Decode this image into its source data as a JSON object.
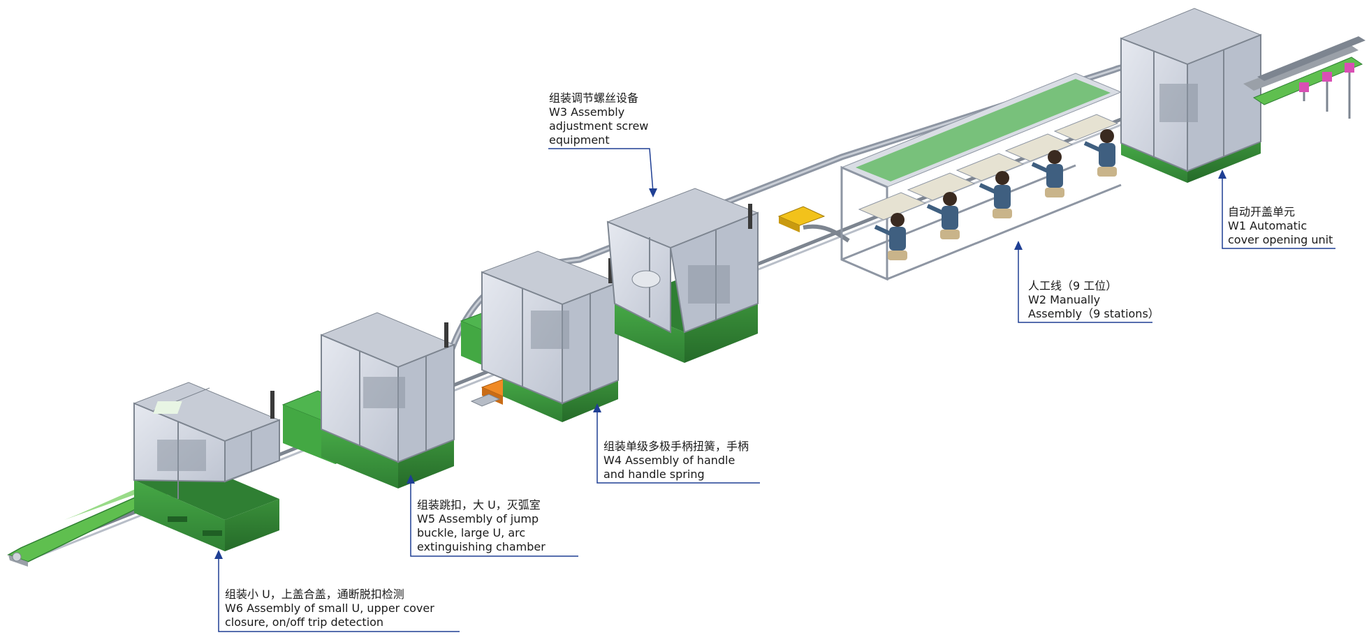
{
  "colors": {
    "machine_green": "#3f9e3f",
    "machine_green_dark": "#2e7d32",
    "frame_gray": "#9aa0a8",
    "glass": "#d4d8e2",
    "leader_blue": "#1f3f94",
    "fixture_magenta": "#d94fb4",
    "conveyor_green": "#5fbf4f"
  },
  "stations": [
    {
      "id": "W3",
      "lines": [
        "组装调节螺丝设备",
        "W3  Assembly",
        "adjustment screw",
        "equipment"
      ]
    },
    {
      "id": "W1",
      "lines": [
        "自动开盖单元",
        "W1  Automatic",
        "cover opening unit"
      ]
    },
    {
      "id": "W2",
      "lines": [
        "人工线（9 工位）",
        "W2  Manually",
        "Assembly（9 stations）"
      ]
    },
    {
      "id": "W4",
      "lines": [
        "组装单级多极手柄扭簧，手柄",
        "W4  Assembly of handle",
        "and handle spring"
      ]
    },
    {
      "id": "W5",
      "lines": [
        "组装跳扣，大 U，灭弧室",
        "W5 Assembly of jump",
        "buckle, large U, arc",
        "extinguishing chamber"
      ]
    },
    {
      "id": "W6",
      "lines": [
        "组装小 U，上盖合盖，通断脱扣检测",
        "W6  Assembly of small U, upper cover",
        "closure, on/off trip detection"
      ]
    }
  ]
}
